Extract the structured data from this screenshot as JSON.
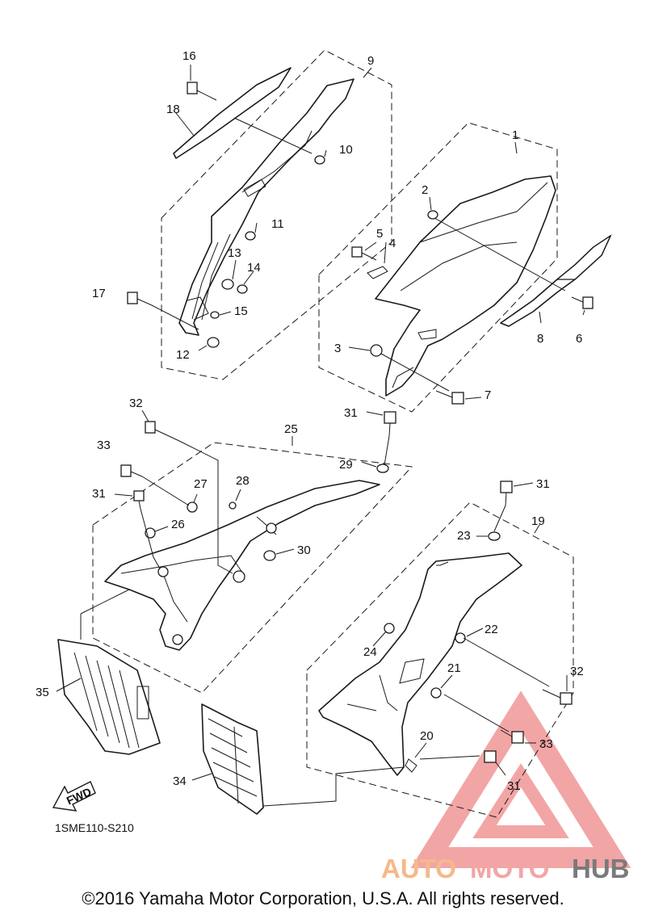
{
  "diagram": {
    "reference_code": "1SME110-S210",
    "fwd_label": "FWD",
    "copyright": "©2016 Yamaha Motor Corporation, U.S.A. All rights reserved.",
    "watermark": {
      "part1": "AUTO",
      "part2": "MOTO",
      "part3": "HUB",
      "colors": {
        "auto": "#f5b98a",
        "moto": "#f3a5a5",
        "hub": "#7a7a7a",
        "triangle": "#e85c5c"
      }
    },
    "callouts": [
      {
        "id": "c1",
        "label": "1"
      },
      {
        "id": "c2",
        "label": "2"
      },
      {
        "id": "c3",
        "label": "3"
      },
      {
        "id": "c4",
        "label": "4"
      },
      {
        "id": "c5",
        "label": "5"
      },
      {
        "id": "c6",
        "label": "6"
      },
      {
        "id": "c7",
        "label": "7"
      },
      {
        "id": "c8",
        "label": "8"
      },
      {
        "id": "c9",
        "label": "9"
      },
      {
        "id": "c10",
        "label": "10"
      },
      {
        "id": "c11",
        "label": "11"
      },
      {
        "id": "c12",
        "label": "12"
      },
      {
        "id": "c13",
        "label": "13"
      },
      {
        "id": "c14",
        "label": "14"
      },
      {
        "id": "c15",
        "label": "15"
      },
      {
        "id": "c16",
        "label": "16"
      },
      {
        "id": "c17",
        "label": "17"
      },
      {
        "id": "c18",
        "label": "18"
      },
      {
        "id": "c19",
        "label": "19"
      },
      {
        "id": "c20",
        "label": "20"
      },
      {
        "id": "c21",
        "label": "21"
      },
      {
        "id": "c22",
        "label": "22"
      },
      {
        "id": "c23",
        "label": "23"
      },
      {
        "id": "c24",
        "label": "24"
      },
      {
        "id": "c25",
        "label": "25"
      },
      {
        "id": "c26",
        "label": "26"
      },
      {
        "id": "c27",
        "label": "27"
      },
      {
        "id": "c28",
        "label": "28"
      },
      {
        "id": "c29",
        "label": "29"
      },
      {
        "id": "c30",
        "label": "30"
      },
      {
        "id": "c31a",
        "label": "31"
      },
      {
        "id": "c31b",
        "label": "31"
      },
      {
        "id": "c31c",
        "label": "31"
      },
      {
        "id": "c31d",
        "label": "31"
      },
      {
        "id": "c32a",
        "label": "32"
      },
      {
        "id": "c32b",
        "label": "32"
      },
      {
        "id": "c33a",
        "label": "33"
      },
      {
        "id": "c33b",
        "label": "33"
      },
      {
        "id": "c34",
        "label": "34"
      },
      {
        "id": "c35",
        "label": "35"
      }
    ]
  }
}
